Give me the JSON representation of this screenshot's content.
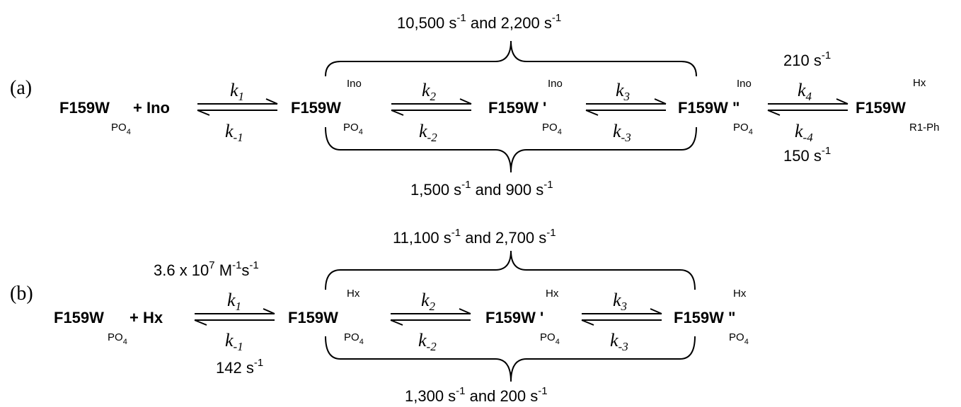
{
  "panel_a": {
    "label": "(a)",
    "brace_top_rates": "10,500 s^-1 and 2,200 s^-1",
    "brace_bottom_rates": "1,500 s^-1 and 900 s^-1",
    "species": [
      {
        "name": "F159W",
        "sub": "PO4",
        "sup": "",
        "prime": "",
        "extra": "+ Ino"
      },
      {
        "name": "F159W",
        "sub": "PO4",
        "sup": "Ino",
        "prime": "",
        "extra": ""
      },
      {
        "name": "F159W",
        "sub": "PO4",
        "sup": "Ino",
        "prime": "'",
        "extra": ""
      },
      {
        "name": "F159W",
        "sub": "PO4",
        "sup": "Ino",
        "prime": "\"",
        "extra": ""
      },
      {
        "name": "F159W",
        "sub": "R1-Ph",
        "sup": "Hx",
        "prime": "",
        "extra": ""
      }
    ],
    "steps": [
      {
        "forward": "k1",
        "reverse": "k-1",
        "forward_rate": "",
        "reverse_rate": ""
      },
      {
        "forward": "k2",
        "reverse": "k-2",
        "forward_rate": "",
        "reverse_rate": ""
      },
      {
        "forward": "k3",
        "reverse": "k-3",
        "forward_rate": "",
        "reverse_rate": ""
      },
      {
        "forward": "k4",
        "reverse": "k-4",
        "forward_rate": "210 s^-1",
        "reverse_rate": "150 s^-1"
      }
    ]
  },
  "panel_b": {
    "label": "(b)",
    "brace_top_rates": "11,100 s^-1 and 2,700 s^-1",
    "brace_bottom_rates": "1,300 s^-1 and 200 s^-1",
    "species": [
      {
        "name": "F159W",
        "sub": "PO4",
        "sup": "",
        "prime": "",
        "extra": "+ Hx"
      },
      {
        "name": "F159W",
        "sub": "PO4",
        "sup": "Hx",
        "prime": "",
        "extra": ""
      },
      {
        "name": "F159W",
        "sub": "PO4",
        "sup": "Hx",
        "prime": "'",
        "extra": ""
      },
      {
        "name": "F159W",
        "sub": "PO4",
        "sup": "Hx",
        "prime": "\"",
        "extra": ""
      }
    ],
    "steps": [
      {
        "forward": "k1",
        "reverse": "k-1",
        "forward_rate": "3.6 x 10^7 M^-1s^-1",
        "reverse_rate": "142 s^-1"
      },
      {
        "forward": "k2",
        "reverse": "k-2",
        "forward_rate": "",
        "reverse_rate": ""
      },
      {
        "forward": "k3",
        "reverse": "k-3",
        "forward_rate": "",
        "reverse_rate": ""
      }
    ]
  }
}
